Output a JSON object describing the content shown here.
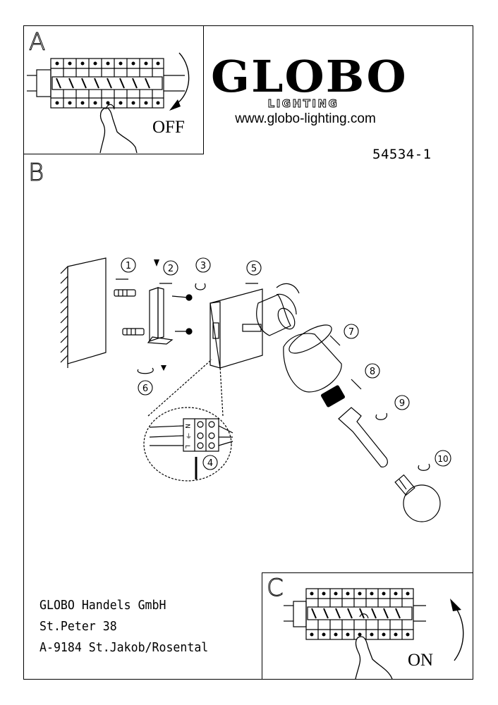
{
  "panels": {
    "a": {
      "letter": "A",
      "label": "OFF"
    },
    "b": {
      "letter": "B"
    },
    "c": {
      "letter": "C",
      "label": "ON"
    }
  },
  "brand": {
    "name": "GLOBO",
    "subline": "LIGHTING",
    "website": "www.globo-lighting.com"
  },
  "article_number": "54534-1",
  "address": {
    "company": "GLOBO Handels GmbH",
    "street": "St.Peter 38",
    "city": "A-9184 St.Jakob/Rosental"
  },
  "steps": [
    "1",
    "2",
    "3",
    "4",
    "5",
    "6",
    "7",
    "8",
    "9",
    "10"
  ],
  "terminal_labels": {
    "n": "N",
    "earth": "⏚",
    "l": "L"
  }
}
